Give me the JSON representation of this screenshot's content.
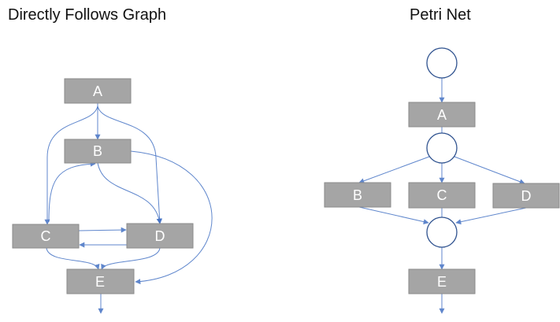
{
  "dfg": {
    "title": "Directly Follows Graph",
    "nodes": {
      "a": "A",
      "b": "B",
      "c": "C",
      "d": "D",
      "e": "E"
    }
  },
  "petri": {
    "title": "Petri Net",
    "transitions": {
      "a": "A",
      "b": "B",
      "c": "C",
      "d": "D",
      "e": "E"
    }
  },
  "colors": {
    "node_fill": "#a5a5a5",
    "edge": "#4472c4",
    "place_stroke": "#2f528f"
  }
}
